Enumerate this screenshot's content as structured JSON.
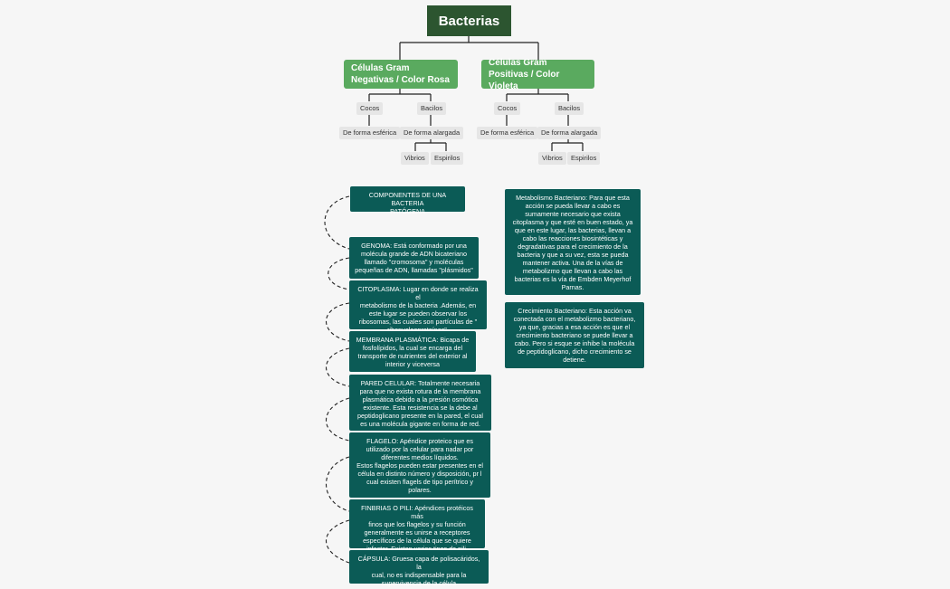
{
  "root": {
    "label": "Bacterias"
  },
  "branches": [
    {
      "label": "Células Gram Negativas / Color Rosa",
      "cocos": "Cocos",
      "bacilos": "Bacilos",
      "esferica": "De forma esférica",
      "alargada": "De forma alargada",
      "vibrios": "Vibrios",
      "espirilos": "Espirilos"
    },
    {
      "label": "Células Gram Positivas / Color Violeta",
      "cocos": "Cocos",
      "bacilos": "Bacilos",
      "esferica": "De forma esférica",
      "alargada": "De forma alargada",
      "vibrios": "Vibrios",
      "espirilos": "Espirilos"
    }
  ],
  "components": [
    "COMPONENTES DE UNA BACTERIA\nPATÓGENA",
    "GENOMA: Está conformado por una\nmolécula grande de ADN bicateriano\nllamado \"cromosoma\" y moléculas\npequeñas de ADN, llamadas \"plásmidos\"",
    "CITOPLASMA: Lugar en donde se realiza el\nmetabolismo de la bacteria .Además, en\neste lugar se pueden observar los\nribosomas, las cuales son partículas de \"\nribonucleoproteínas\".",
    "MEMBRANA PLASMÁTICA: Bicapa de\nfosfolípidos, la cual se encarga del\ntransporte de nutrientes del exterior al\ninterior y viceversa",
    "PARED CELULAR: Totalmente necesaria\npara que no exista rotura de la membrana\nplasmática debido a la presión osmótica\nexistente. Esta resistencia se la debe al\npeptidoglicano presente en la pared, el cual\nes una molécula gigante en forma de red.",
    "FLAGELO: Apéndice proteico que es\nutilizado por la celular para nadar por\ndiferentes medios líquidos.\nEstos flagelos pueden estar presentes en el\ncélula en distinto número y disposición, pr l\ncual existen flagels de tipo perítrico y\npolares.",
    "FINBRIAS O PILI: Apéndices protéicos más\nfinos que los flagelos y su función\ngeneralmente es unirse a receptores\nespecíficos de la célula que se quiere\ninfectar. Existen varios tipos de pili.",
    "CÁPSULA: Gruesa capa de polisacáridos, la\ncual, no es indispensable para la\nsupervivencia de la célula"
  ],
  "metabolism": "Metabolismo Bacteriano: Para que esta\nacción se pueda llevar a cabo es\nsumamente necesario que exista\ncitoplasma y que esté en buen estado, ya\nque en este lugar, las bacterias, llevan a\ncabo las reacciones biosintéticas y\ndegradativas para el crecimiento de la\nbacteria y que a su vez, esta se pueda\nmantener activa. Una de la vías de\nmetabolizmo que llevan a cabo las\nbacterias es la vía de Embden Meyerhof\nParnas.",
  "growth": "Crecimiento Bacteriano: Esta acción va\nconectada con el metabolizmo bacteriano,\nya que, gracias a esa acción es que el\ncrecimiento bacteriano se puede llevar a\ncabo. Pero si esque se inhibe la molécula\nde peptidoglicano, dicho crecimiento se\ndetiene."
}
